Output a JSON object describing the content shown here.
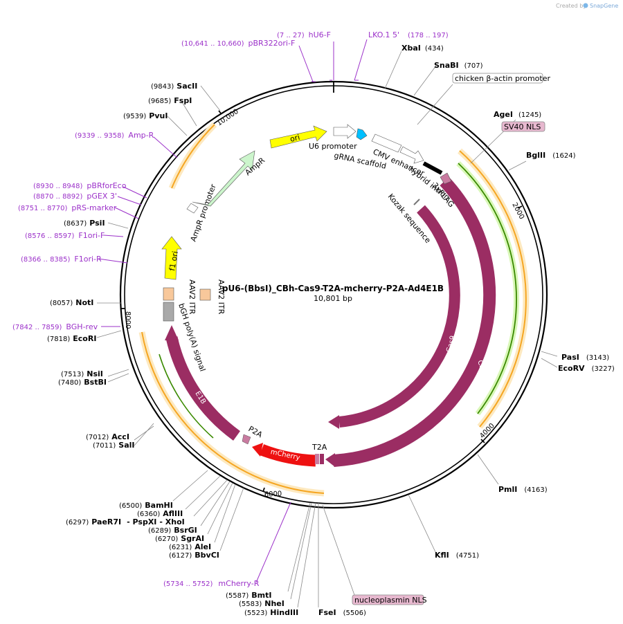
{
  "plasmid": {
    "name": "pU6-(BbsI)_CBh-Cas9-T2A-mcherry-P2A-Ad4E1B",
    "size": "10,801 bp"
  },
  "credit": "Created by",
  "credit_brand": "SnapGene",
  "ticks": [
    "2000",
    "4000",
    "6000",
    "8000",
    "10,000"
  ],
  "sites": [
    {
      "name": "XbaI",
      "pos": "(434)"
    },
    {
      "name": "SnaBI",
      "pos": "(707)"
    },
    {
      "name": "AgeI",
      "pos": "(1245)"
    },
    {
      "name": "BglII",
      "pos": "(1624)"
    },
    {
      "name": "PasI",
      "pos": "(3143)"
    },
    {
      "name": "EcoRV",
      "pos": "(3227)"
    },
    {
      "name": "PmlI",
      "pos": "(4163)"
    },
    {
      "name": "KflI",
      "pos": "(4751)"
    },
    {
      "name": "FseI",
      "pos": "(5506)"
    },
    {
      "name": "HindIII",
      "pos": "(5523)"
    },
    {
      "name": "NheI",
      "pos": "(5583)"
    },
    {
      "name": "BmtI",
      "pos": "(5587)"
    },
    {
      "name": "BbvCI",
      "pos": "(6127)"
    },
    {
      "name": "AleI",
      "pos": "(6231)"
    },
    {
      "name": "SgrAI",
      "pos": "(6270)"
    },
    {
      "name": "BsrGI",
      "pos": "(6289)"
    },
    {
      "name": "PaeR7I",
      "pos": "(6297)"
    },
    {
      "name": "- PspXI",
      "pos": ""
    },
    {
      "name": "- XhoI",
      "pos": ""
    },
    {
      "name": "AflIII",
      "pos": "(6360)"
    },
    {
      "name": "BamHI",
      "pos": "(6500)"
    },
    {
      "name": "SalI",
      "pos": "(7011)"
    },
    {
      "name": "AccI",
      "pos": "(7012)"
    },
    {
      "name": "BstBI",
      "pos": "(7480)"
    },
    {
      "name": "NsiI",
      "pos": "(7513)"
    },
    {
      "name": "EcoRI",
      "pos": "(7818)"
    },
    {
      "name": "NotI",
      "pos": "(8057)"
    },
    {
      "name": "PsiI",
      "pos": "(8637)"
    },
    {
      "name": "PvuI",
      "pos": "(9539)"
    },
    {
      "name": "FspI",
      "pos": "(9685)"
    },
    {
      "name": "SacII",
      "pos": "(9843)"
    }
  ],
  "primers": [
    {
      "name": "hU6-F",
      "range": "(7 .. 27)"
    },
    {
      "name": "LKO.1 5'",
      "range": "(178 .. 197)"
    },
    {
      "name": "pBR322ori-F",
      "range": "(10,641 .. 10,660)"
    },
    {
      "name": "Amp-R",
      "range": "(9339 .. 9358)"
    },
    {
      "name": "pBRforEco",
      "range": "(8930 .. 8948)"
    },
    {
      "name": "pGEX 3'",
      "range": "(8870 .. 8892)"
    },
    {
      "name": "pRS-marker",
      "range": "(8751 .. 8770)"
    },
    {
      "name": "F1ori-F",
      "range": "(8576 .. 8597)"
    },
    {
      "name": "F1ori-R",
      "range": "(8366 .. 8385)"
    },
    {
      "name": "BGH-rev",
      "range": "(7842 .. 7859)"
    },
    {
      "name": "mCherry-R",
      "range": "(5734 .. 5752)"
    }
  ],
  "boxed_labels": [
    "chicken β-actin promoter",
    "SV40 NLS",
    "nucleoplasmin NLS"
  ],
  "features": {
    "ori": "ori",
    "u6": "U6 promoter",
    "grna": "gRNA scaffold",
    "cmv": "CMV enhancer",
    "hybrid": "hybrid intron",
    "flag": "3xFLAG",
    "kozak": "Kozak sequence",
    "cas9_a": "Cas9",
    "cas9_b": "Cas9",
    "t2a": "T2A",
    "mcherry": "mCherry",
    "p2a": "P2A",
    "e1b": "E1B",
    "bgh": "bGH poly(A) signal",
    "aav1": "AAV2 ITR",
    "aav2": "AAV2 ITR",
    "f1": "f1 ori",
    "ampr_p": "AmpR promoter",
    "ampr": "AmpR"
  },
  "colors": {
    "cas9": "#9b2d63",
    "mcherry": "#ee1111",
    "ori": "#ffff00",
    "f1": "#ffff00",
    "ampr": "#ccf5cc",
    "grna": "#00bfff",
    "primer": "#9b30c9",
    "orf_green": "#3a8a00",
    "orf_orange": "#f5a623",
    "itr": "#f8c89b",
    "bgh": "#a9a9a9"
  }
}
